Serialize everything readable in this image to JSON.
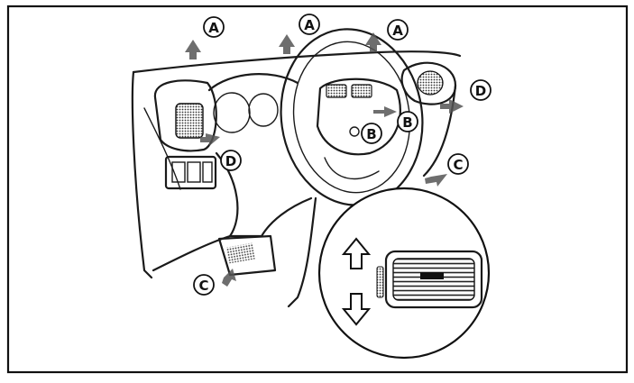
{
  "labels": {
    "a": "A",
    "b": "B",
    "c": "C",
    "d": "D"
  },
  "colors": {
    "line": "#1a1a1a",
    "background": "#ffffff",
    "stipple": "#555555"
  },
  "icons": {
    "up_arrow": "up-arrow-icon",
    "down_arrow": "down-arrow-icon",
    "airflow_arrow": "airflow-arrow-icon"
  }
}
